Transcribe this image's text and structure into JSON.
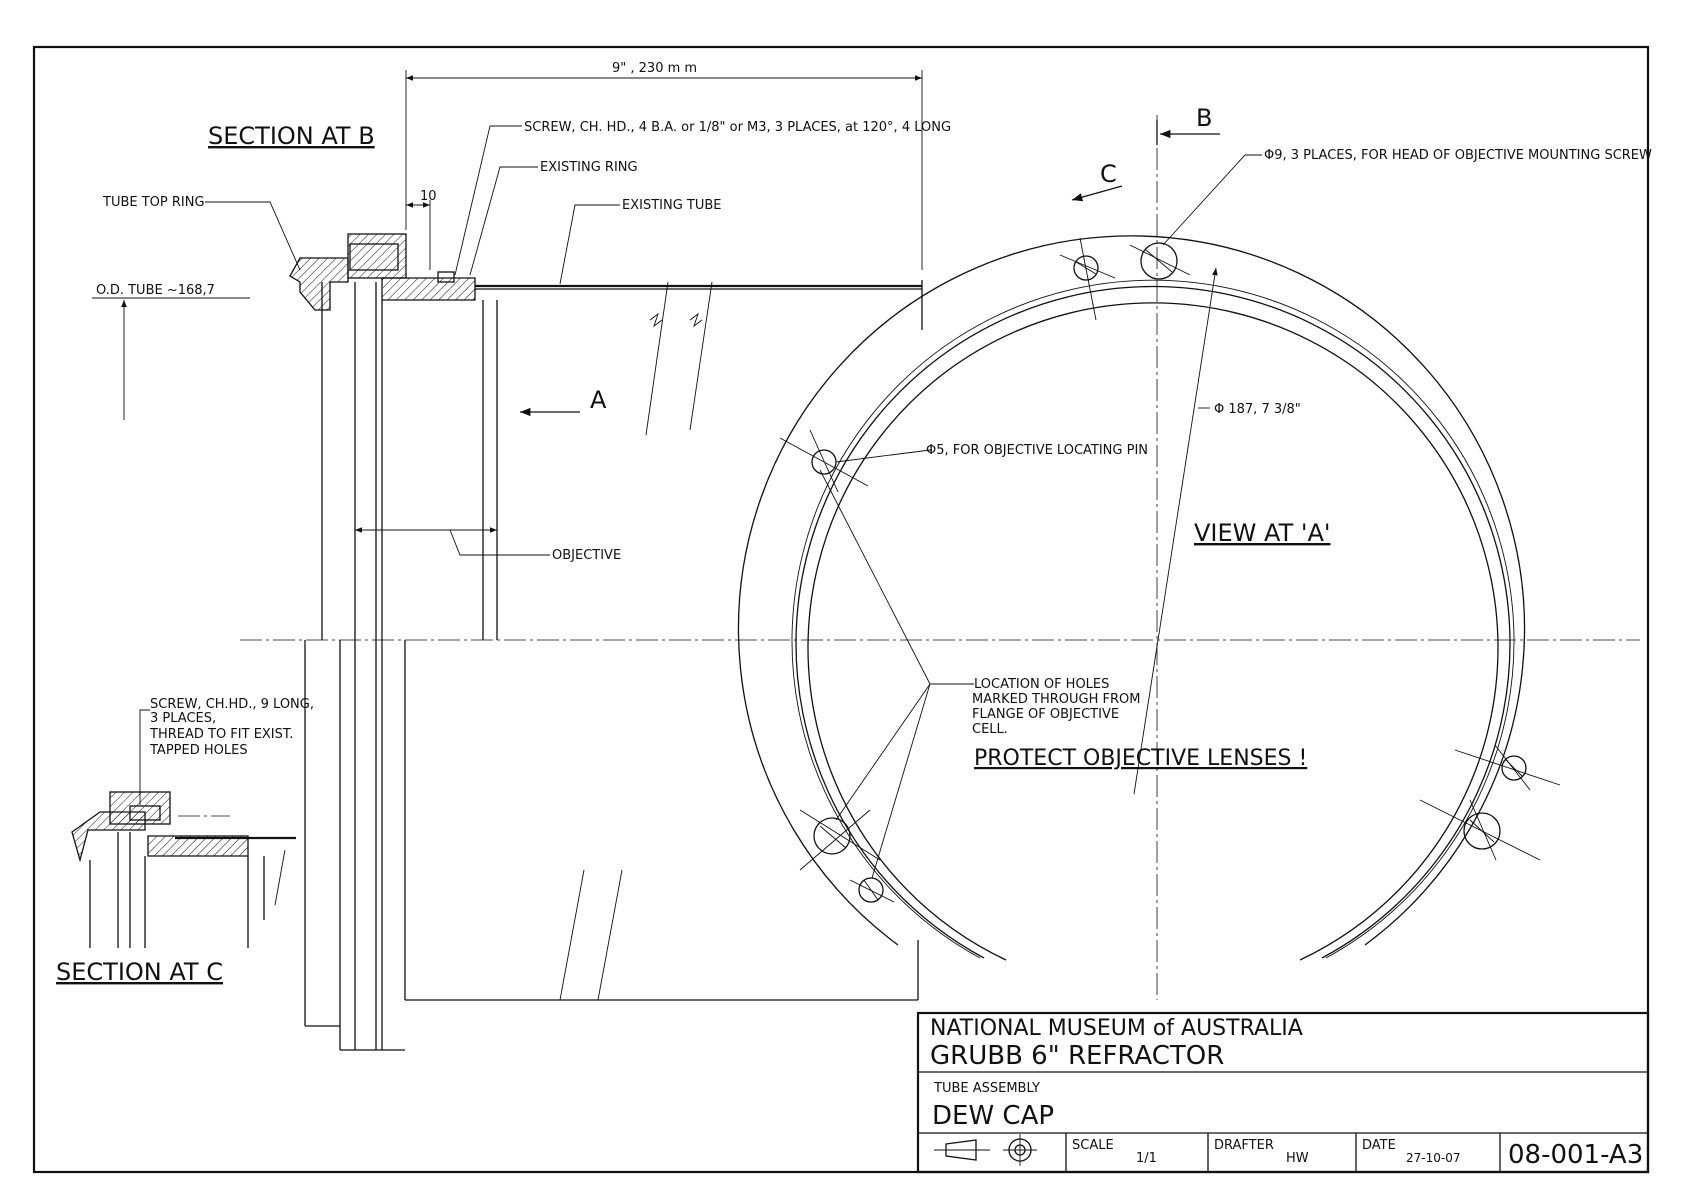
{
  "sections": {
    "section_b": "SECTION  AT B",
    "section_c": "SECTION  AT  C",
    "view_a": "VIEW AT 'A'",
    "arrow_a": "A",
    "arrow_b": "B",
    "arrow_c": "C"
  },
  "dimensions": {
    "overall_length": "9\" , 230 m m",
    "ring_offset": "10",
    "od_tube": "O.D. TUBE ~168,7",
    "bore_diameter": "Φ 187, 7 3/8\""
  },
  "notes": {
    "screw_b": "SCREW,  CH. HD.,  4 B.A. or 1/8\" or  M3,  3 PLACES,  at  120°,  4  LONG",
    "existing_ring": "EXISTING  RING",
    "existing_tube": "EXISTING  TUBE",
    "tube_top_ring": "TUBE  TOP  RING",
    "objective": "OBJECTIVE",
    "hole_phi9": "Φ9,  3 PLACES, FOR  HEAD  OF  OBJECTIVE  MOUNTING  SCREW",
    "hole_phi5": "Φ5,  FOR  OBJECTIVE  LOCATING  PIN",
    "screw_c": [
      "SCREW,  CH.HD.,  9 LONG,",
      "3  PLACES,",
      "THREAD  TO  FIT  EXIST.",
      "TAPPED  HOLES"
    ],
    "location_holes": [
      "LOCATION  OF  HOLES",
      "MARKED  THROUGH  FROM",
      "FLANGE  OF  OBJECTIVE",
      "CELL."
    ],
    "protect": "PROTECT  OBJECTIVE  LENSES !"
  },
  "title_block": {
    "organization": "NATIONAL  MUSEUM  of  AUSTRALIA",
    "project": "GRUBB  6\"  REFRACTOR",
    "assembly": "TUBE  ASSEMBLY",
    "part": "DEW  CAP",
    "scale_label": "SCALE",
    "scale_value": "1/1",
    "drafter_label": "DRAFTER",
    "drafter_value": "HW",
    "date_label": "DATE",
    "date_value": "27-10-07",
    "drawing_number": "08-001-A3"
  }
}
